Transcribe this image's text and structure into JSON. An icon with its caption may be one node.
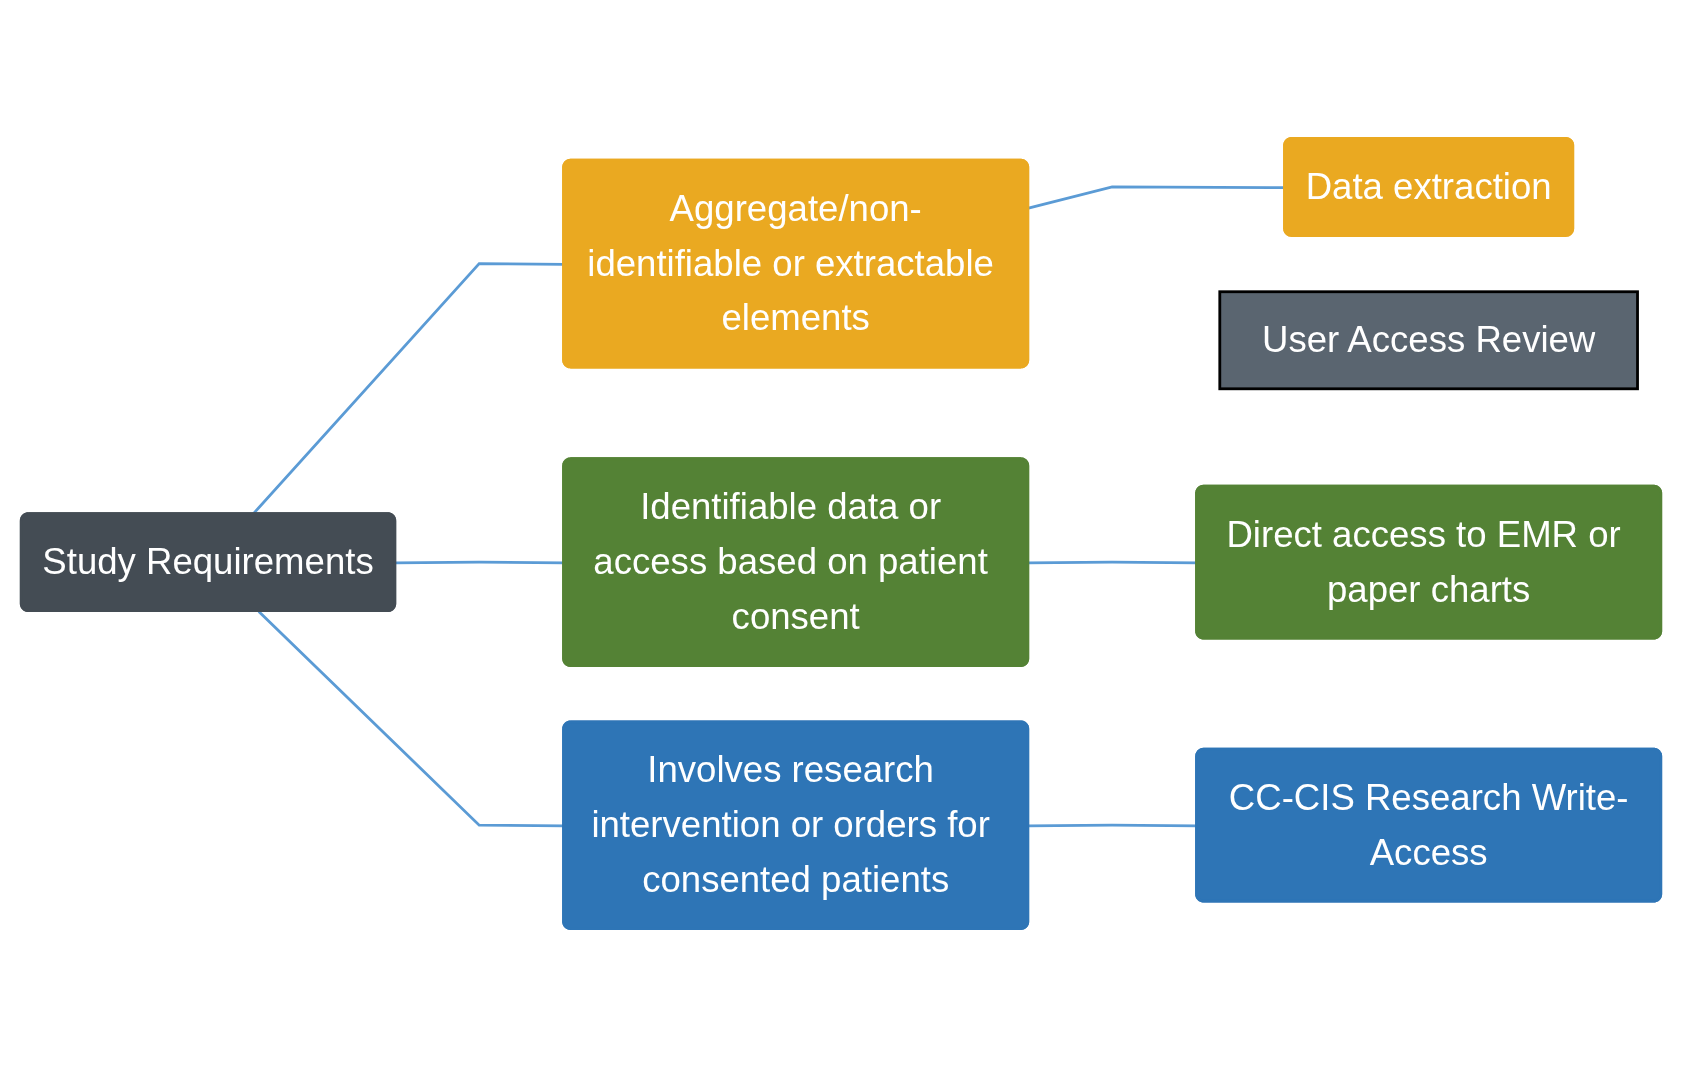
{
  "diagram": {
    "nodes": [
      {
        "text": [
          "User Access Review"
        ]
      },
      {
        "text": [
          "Study Requirements"
        ]
      },
      {
        "text": [
          "Aggregate/non-identifiable or extractable elements"
        ]
      },
      {
        "text": [
          "Data extraction"
        ]
      },
      {
        "text": [
          "Identifiable data or access based on patient consent"
        ]
      },
      {
        "text": [
          "Direct access to EMR or paper charts"
        ]
      },
      {
        "text": [
          "Involves research intervention or orders for consented patients"
        ]
      },
      {
        "text": [
          "CC-CIS Research Write-Access"
        ]
      }
    ],
    "edges": [
      {
        "from": 1,
        "to": 2,
        "arrow": "none"
      },
      {
        "from": 1,
        "to": 4,
        "arrow": "none"
      },
      {
        "from": 1,
        "to": 6,
        "arrow": "none"
      },
      {
        "from": 2,
        "to": 3,
        "arrow": "none"
      },
      {
        "from": 4,
        "to": 5,
        "arrow": "none"
      },
      {
        "from": 6,
        "to": 7,
        "arrow": "none"
      }
    ]
  }
}
